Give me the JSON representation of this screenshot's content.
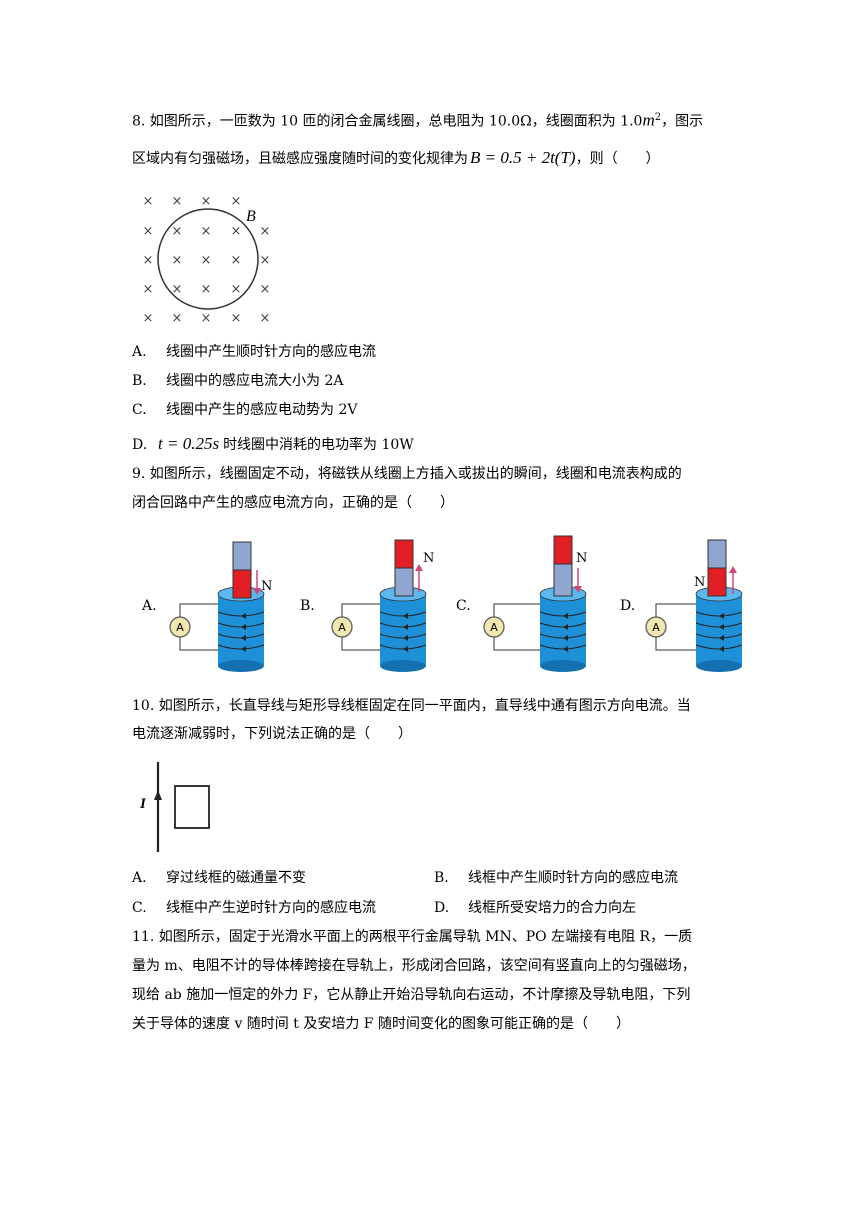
{
  "q8": {
    "line1": "8. 如图所示，一匝数为 10 匝的闭合金属线圈，总电阻为 10.0Ω，线圈面积为 1.0",
    "area_unit": "m",
    "area_exp": "2",
    "line1_end": "，图示",
    "line2": "区域内有匀强磁场，且磁感应强度随时间的变化规律为",
    "formula": "B = 0.5 + 2t(T)",
    "line2_end": "，则（　　）",
    "fig_label": "B",
    "options": [
      {
        "label": "A.",
        "text": "线圈中产生顺时针方向的感应电流"
      },
      {
        "label": "B.",
        "text": "线圈中的感应电流大小为 2A"
      },
      {
        "label": "C.",
        "text": "线圈中产生的感应电动势为 2V"
      },
      {
        "label": "D.",
        "formula": "t = 0.25s",
        "text": "时线圈中消耗的电功率为 10W"
      }
    ]
  },
  "q9": {
    "line1": "9. 如图所示，线圈固定不动，将磁铁从线圈上方插入或拔出的瞬间，线圈和电流表构成的",
    "line2": "闭合回路中产生的感应电流方向，正确的是（　　）",
    "figs": [
      {
        "label": "A.",
        "pole": "N",
        "meter": "A"
      },
      {
        "label": "B.",
        "pole": "N",
        "meter": "A"
      },
      {
        "label": "C.",
        "pole": "N",
        "meter": "A"
      },
      {
        "label": "D.",
        "pole": "N",
        "meter": "A"
      }
    ]
  },
  "q10": {
    "line1": "10. 如图所示，长直导线与矩形导线框固定在同一平面内，直导线中通有图示方向电流。当",
    "line2": "电流逐渐减弱时，下列说法正确的是（　　）",
    "fig_label": "I",
    "options": [
      {
        "label": "A.",
        "text": "穿过线框的磁通量不变"
      },
      {
        "label": "B.",
        "text": "线框中产生顺时针方向的感应电流"
      },
      {
        "label": "C.",
        "text": "线框中产生逆时针方向的感应电流"
      },
      {
        "label": "D.",
        "text": "线框所受安培力的合力向左"
      }
    ]
  },
  "q11": {
    "line1": "11. 如图所示，固定于光滑水平面上的两根平行金属导轨 MN、PO 左端接有电阻 R，一质",
    "line2": "量为 m、电阻不计的导体棒跨接在导轨上，形成闭合回路，该空间有竖直向上的匀强磁场，",
    "line3": "现给 ab 施加一恒定的外力 F，它从静止开始沿导轨向右运动，不计摩擦及导轨电阻，下列",
    "line4": "关于导体的速度 v 随时间 t 及安培力 F 随时间变化的图象可能正确的是（　　）"
  }
}
